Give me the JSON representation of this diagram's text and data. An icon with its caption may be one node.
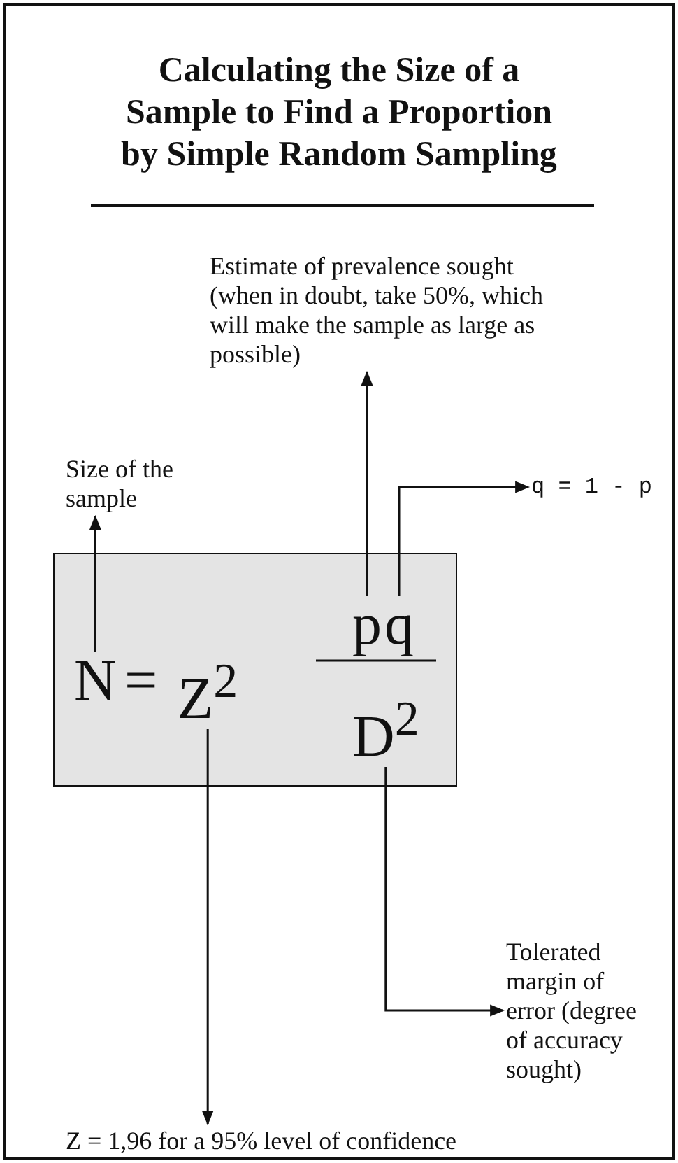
{
  "diagram": {
    "title": "Calculating the Size of a Sample to Find a Proportion by Simple Random Sampling",
    "nodes": [
      {
        "text": [],
        "shape": "box"
      },
      {
        "text": [
          "N"
        ],
        "in": 0
      },
      {
        "text": [
          "Z$^{2}$"
        ],
        "in": 0
      },
      {
        "text": [
          "p"
        ],
        "in": 0
      },
      {
        "text": [
          "q"
        ],
        "in": 0
      },
      {
        "text": [
          "D$^{2}$"
        ],
        "in": 0
      },
      {
        "text": [
          "Estimate of prevalence sought (when in doubt, take 50%, which will make the sample as large as possible)"
        ]
      },
      {
        "text": [
          "Size of the sample"
        ]
      },
      {
        "text": [
          "q = 1 - p"
        ]
      },
      {
        "text": [
          "Tolerated margin of error (degree of accuracy sought)"
        ]
      },
      {
        "text": [
          "Z = 1,96 for a 95% level of confidence"
        ]
      }
    ],
    "edges": [
      {
        "from": 1,
        "to": 7,
        "arrow": "to"
      },
      {
        "from": 3,
        "to": 6,
        "arrow": "to"
      },
      {
        "from": 4,
        "to": 8,
        "arrow": "to"
      },
      {
        "from": 5,
        "to": 9,
        "arrow": "to"
      },
      {
        "from": 2,
        "to": 10,
        "arrow": "to"
      }
    ],
    "labels": [
      "="
    ]
  }
}
